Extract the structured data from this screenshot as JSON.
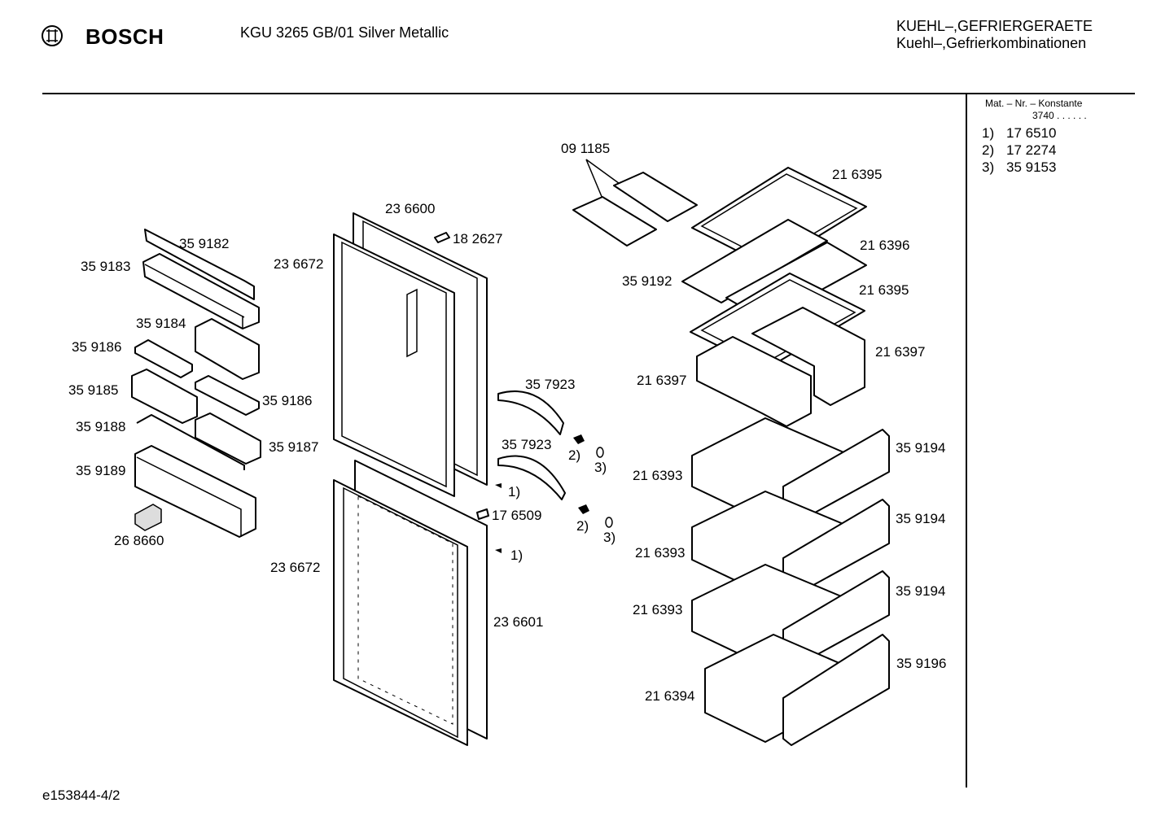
{
  "header": {
    "brand": "BOSCH",
    "model": "KGU 3265 GB/01 Silver Metallic",
    "category_line1": "KUEHL–,GEFRIERGERAETE",
    "category_line2": "Kuehl–,Gefrierkombinationen"
  },
  "sidebar": {
    "heading_line1": "Mat. – Nr. – Konstante",
    "heading_line2": "3740 .  .  .  .  .  .",
    "constants": [
      {
        "key": "1)",
        "value": "17 6510"
      },
      {
        "key": "2)",
        "value": "17 2274"
      },
      {
        "key": "3)",
        "value": "35 9153"
      }
    ]
  },
  "part_labels": [
    "09 1185",
    "21 6395",
    "23 6600",
    "18 2627",
    "35 9182",
    "35 9183",
    "23 6672",
    "21 6396",
    "35 9192",
    "21 6395",
    "35 9184",
    "35 9186",
    "21 6397",
    "35 9185",
    "35 7923",
    "35 9186",
    "21 6397",
    "35 9188",
    "35 7923",
    "2)",
    "3)",
    "35 9194",
    "35 9187",
    "35 9189",
    "1)",
    "21 6393",
    "17 6509",
    "2)",
    "3)",
    "26 8660",
    "35 9194",
    "1)",
    "21 6393",
    "23 6672",
    "21 6393",
    "35 9194",
    "23 6601",
    "35 9196",
    "21 6394"
  ],
  "footer": {
    "drawing_id": "e153844-4/2"
  }
}
